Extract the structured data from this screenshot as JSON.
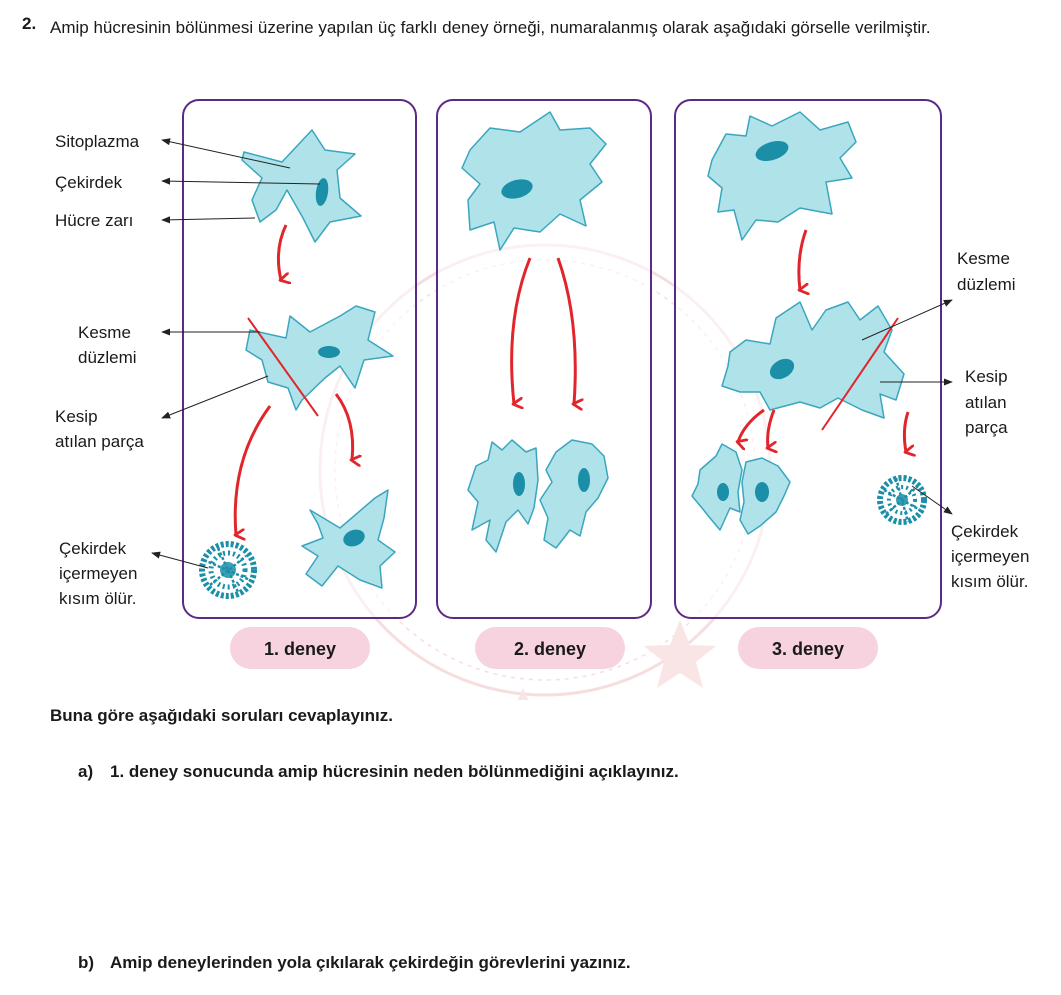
{
  "question": {
    "number": "2.",
    "text": "Amip hücresinin bölünmesi üzerine yapılan üç farklı deney örneği, numaralanmış olarak aşağıdaki görselle verilmiştir."
  },
  "figure": {
    "colors": {
      "cytoplasm": "#b0e2ea",
      "membrane": "#3aa6be",
      "nucleus": "#1b8ea8",
      "arrow": "#e0262b",
      "panel_border": "#5b2a86",
      "badge": "#f7d2df",
      "watermark": "#f3c9c9"
    },
    "panel1": {
      "labels": {
        "sitoplazma": "Sitoplazma",
        "cekirdek": "Çekirdek",
        "hucre_zari": "Hücre zarı",
        "kesme_1": "Kesme",
        "kesme_2": "düzlemi",
        "kesip_1": "Kesip",
        "kesip_2": "atılan parça",
        "olur_1": "Çekirdek",
        "olur_2": "içermeyen",
        "olur_3": "kısım ölür."
      },
      "badge": "1. deney"
    },
    "panel2": {
      "badge": "2. deney"
    },
    "panel3": {
      "labels": {
        "kesme_1": "Kesme",
        "kesme_2": "düzlemi",
        "kesip_1": "Kesip",
        "kesip_2": "atılan",
        "kesip_3": "parça",
        "olur_1": "Çekirdek",
        "olur_2": "içermeyen",
        "olur_3": "kısım ölür."
      },
      "badge": "3. deney"
    }
  },
  "prompt": "Buna göre aşağıdaki soruları cevaplayınız.",
  "sub_questions": [
    {
      "letter": "a)",
      "text": "1. deney sonucunda amip hücresinin neden bölünmediğini açıklayınız."
    },
    {
      "letter": "b)",
      "text": "Amip deneylerinden yola çıkılarak çekirdeğin görevlerini yazınız."
    }
  ]
}
